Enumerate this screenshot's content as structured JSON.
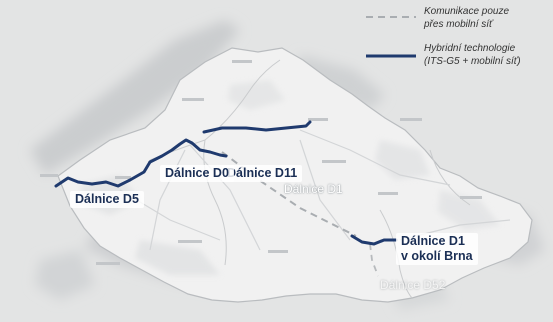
{
  "legend": {
    "mobile_only": {
      "line1": "Komunikace pouze",
      "line2": "přes mobilní síť"
    },
    "hybrid": {
      "line1": "Hybridní technologie",
      "line2": "(ITS-G5 + mobilní síť)"
    }
  },
  "labels": {
    "d11": "Dálnice D11",
    "d0": "Dálnice D0",
    "d5": "Dálnice D5",
    "d1": "Dálnice D1",
    "d1_brno_line1": "Dálnice D1",
    "d1_brno_line2": "v okolí Brna",
    "d52": "Dálnice D52"
  },
  "colors": {
    "hybrid_line": "#1f3a6e",
    "mobile_line": "#a9adb1",
    "background": "#e3e4e4"
  }
}
